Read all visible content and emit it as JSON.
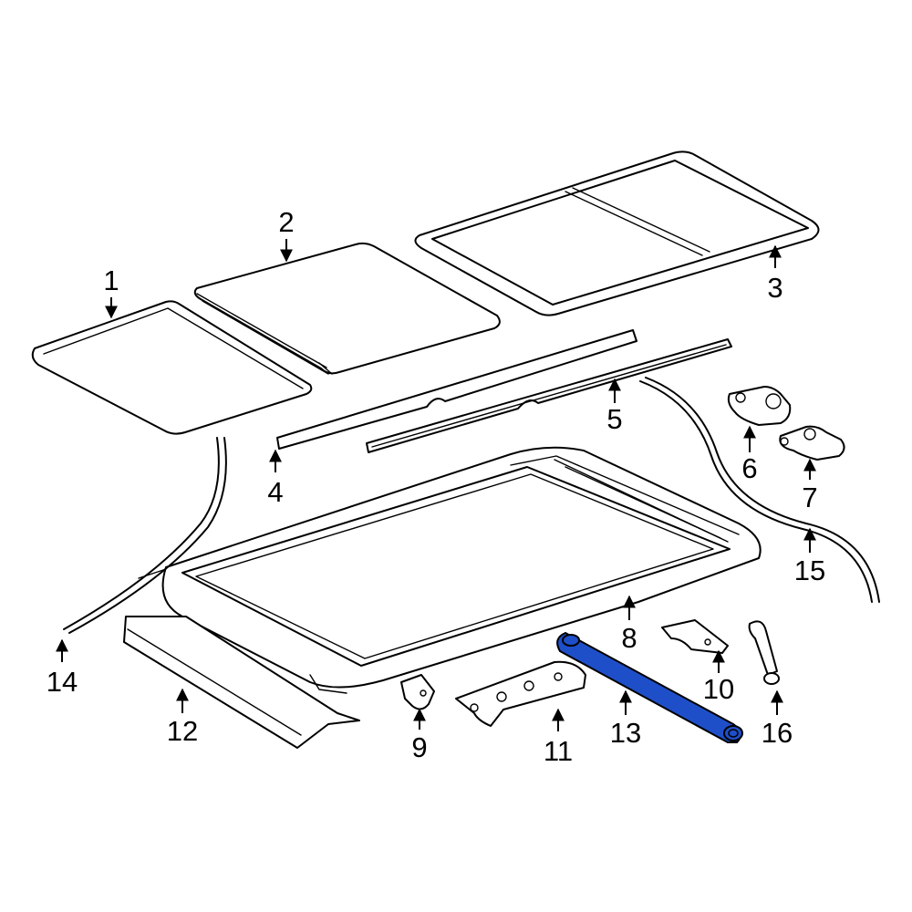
{
  "highlight_color": "#1f4fc8",
  "highlighted_part": "13",
  "callouts": [
    {
      "id": "p1",
      "label": "1"
    },
    {
      "id": "p2",
      "label": "2"
    },
    {
      "id": "p3",
      "label": "3"
    },
    {
      "id": "p4",
      "label": "4"
    },
    {
      "id": "p5",
      "label": "5"
    },
    {
      "id": "p6",
      "label": "6"
    },
    {
      "id": "p7",
      "label": "7"
    },
    {
      "id": "p8",
      "label": "8"
    },
    {
      "id": "p9",
      "label": "9"
    },
    {
      "id": "p10",
      "label": "10"
    },
    {
      "id": "p11",
      "label": "11"
    },
    {
      "id": "p12",
      "label": "12"
    },
    {
      "id": "p13",
      "label": "13"
    },
    {
      "id": "p14",
      "label": "14"
    },
    {
      "id": "p15",
      "label": "15"
    },
    {
      "id": "p16",
      "label": "16"
    }
  ]
}
